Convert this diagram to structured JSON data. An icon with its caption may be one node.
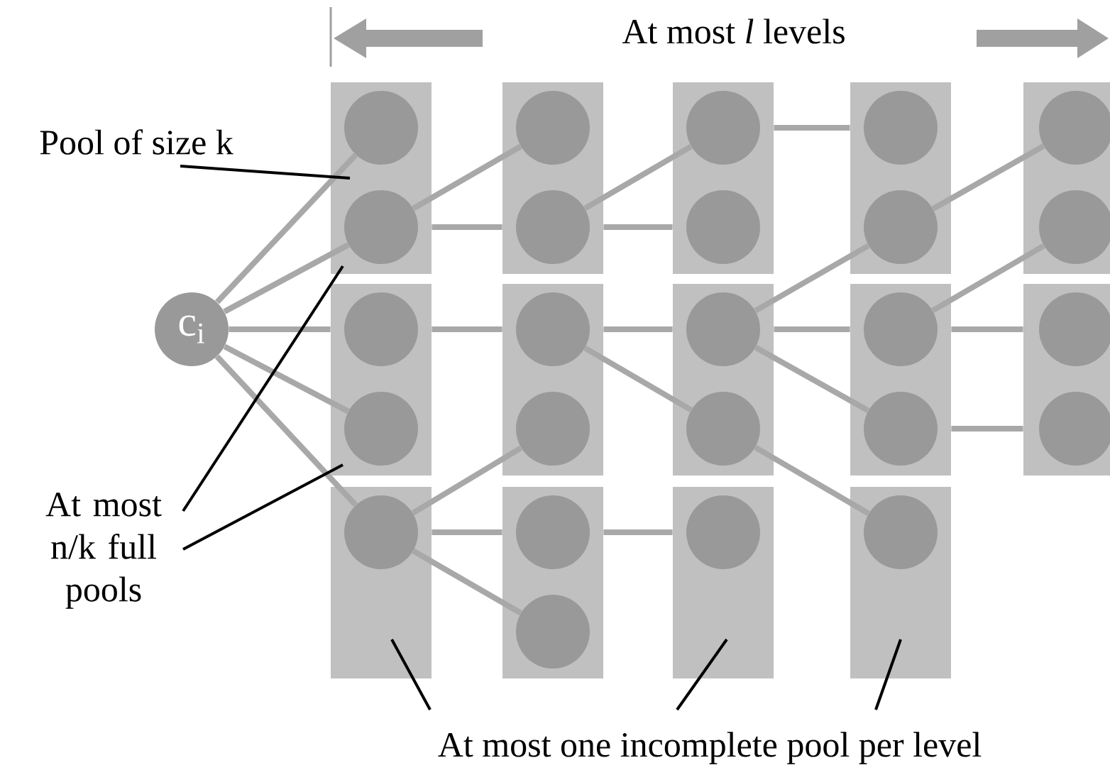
{
  "diagram": {
    "nodes": [
      {
        "text": [
          "Pool of size k"
        ]
      },
      {
        "text": [
          "At most n/k full pools"
        ]
      },
      {
        "text": [
          "At most one incomplete pool per level"
        ]
      },
      {
        "text": [
          "c$_{i}$"
        ]
      },
      {
        "text": [],
        "shape": "box"
      },
      {
        "text": [],
        "shape": "circle",
        "in": 4
      },
      {
        "text": [],
        "shape": "circle",
        "in": 4
      },
      {
        "text": [],
        "shape": "box"
      },
      {
        "text": [],
        "shape": "circle",
        "in": 7
      },
      {
        "text": [],
        "shape": "circle",
        "in": 7
      },
      {
        "text": [],
        "shape": "box"
      },
      {
        "text": [],
        "shape": "circle",
        "in": 10
      },
      {
        "text": [],
        "shape": "box"
      },
      {
        "text": [],
        "shape": "circle",
        "in": 12
      },
      {
        "text": [],
        "shape": "circle",
        "in": 12
      },
      {
        "text": [],
        "shape": "box"
      },
      {
        "text": [],
        "shape": "circle",
        "in": 15
      },
      {
        "text": [],
        "shape": "circle",
        "in": 15
      },
      {
        "text": [],
        "shape": "box"
      },
      {
        "text": [],
        "shape": "circle",
        "in": 18
      },
      {
        "text": [],
        "shape": "circle",
        "in": 18
      },
      {
        "text": [],
        "shape": "box"
      },
      {
        "text": [],
        "shape": "circle",
        "in": 21
      },
      {
        "text": [],
        "shape": "circle",
        "in": 21
      },
      {
        "text": [],
        "shape": "box"
      },
      {
        "text": [],
        "shape": "circle",
        "in": 24
      },
      {
        "text": [],
        "shape": "circle",
        "in": 24
      },
      {
        "text": [],
        "shape": "box"
      },
      {
        "text": [],
        "shape": "circle",
        "in": 27
      },
      {
        "text": [],
        "shape": "box"
      },
      {
        "text": [],
        "shape": "circle",
        "in": 29
      },
      {
        "text": [],
        "shape": "circle",
        "in": 29
      },
      {
        "text": [],
        "shape": "box"
      },
      {
        "text": [],
        "shape": "circle",
        "in": 32
      },
      {
        "text": [],
        "shape": "circle",
        "in": 32
      },
      {
        "text": [],
        "shape": "box"
      },
      {
        "text": [],
        "shape": "circle",
        "in": 35
      },
      {
        "text": [],
        "shape": "box"
      },
      {
        "text": [],
        "shape": "circle",
        "in": 37
      },
      {
        "text": [],
        "shape": "circle",
        "in": 37
      },
      {
        "text": [],
        "shape": "box"
      },
      {
        "text": [],
        "shape": "circle",
        "in": 40
      },
      {
        "text": [],
        "shape": "circle",
        "in": 40
      }
    ],
    "edges": [
      {
        "from": 3,
        "to": 5,
        "arrow": "none"
      },
      {
        "from": 3,
        "to": 6,
        "arrow": "none"
      },
      {
        "from": 3,
        "to": 8,
        "arrow": "none"
      },
      {
        "from": 3,
        "to": 9,
        "arrow": "none"
      },
      {
        "from": 3,
        "to": 11,
        "arrow": "none"
      },
      {
        "from": 6,
        "to": 13,
        "arrow": "none"
      },
      {
        "from": 6,
        "to": 14,
        "arrow": "none"
      },
      {
        "from": 8,
        "to": 16,
        "arrow": "none"
      },
      {
        "from": 11,
        "to": 17,
        "arrow": "none"
      },
      {
        "from": 11,
        "to": 19,
        "arrow": "none"
      },
      {
        "from": 11,
        "to": 20,
        "arrow": "none"
      },
      {
        "from": 14,
        "to": 22,
        "arrow": "none"
      },
      {
        "from": 14,
        "to": 23,
        "arrow": "none"
      },
      {
        "from": 16,
        "to": 25,
        "arrow": "none"
      },
      {
        "from": 16,
        "to": 26,
        "arrow": "none"
      },
      {
        "from": 19,
        "to": 28,
        "arrow": "none"
      },
      {
        "from": 22,
        "to": 30,
        "arrow": "none"
      },
      {
        "from": 25,
        "to": 31,
        "arrow": "none"
      },
      {
        "from": 25,
        "to": 33,
        "arrow": "none"
      },
      {
        "from": 25,
        "to": 34,
        "arrow": "none"
      },
      {
        "from": 26,
        "to": 36,
        "arrow": "none"
      },
      {
        "from": 31,
        "to": 38,
        "arrow": "none"
      },
      {
        "from": 33,
        "to": 39,
        "arrow": "none"
      },
      {
        "from": 33,
        "to": 41,
        "arrow": "none"
      },
      {
        "from": 34,
        "to": 42,
        "arrow": "none"
      },
      {
        "from": 0,
        "to": 4,
        "arrow": "none",
        "color": "#000000"
      },
      {
        "from": 1,
        "to": 4,
        "arrow": "none",
        "color": "#000000"
      },
      {
        "from": 1,
        "to": 7,
        "arrow": "none",
        "color": "#000000"
      },
      {
        "from": 2,
        "to": 10,
        "arrow": "none",
        "color": "#000000"
      },
      {
        "from": 2,
        "to": 27,
        "arrow": "none",
        "color": "#000000"
      },
      {
        "from": 2,
        "to": 35,
        "arrow": "none",
        "color": "#000000"
      }
    ],
    "labels": [
      "At most *l* levels"
    ]
  }
}
